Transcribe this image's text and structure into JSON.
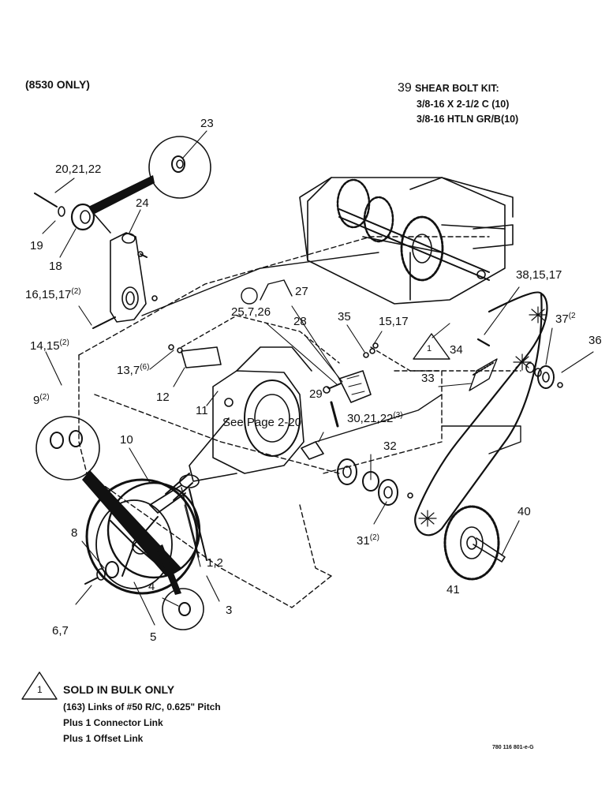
{
  "header": {
    "model_note": "(8530 ONLY)",
    "kit_number": "39",
    "kit_title": "SHEAR BOLT KIT:",
    "kit_lines": [
      "3/8-16 X 2-1/2 C (10)",
      "3/8-16 HTLN GR/B(10)"
    ]
  },
  "callouts": {
    "c23": "23",
    "c20_21_22": "20,21,22",
    "c24": "24",
    "c19": "19",
    "c18": "18",
    "c16_15_17": "16,15,17",
    "c16_15_17_qty": "(2)",
    "c14_15": "14,15",
    "c14_15_qty": "(2)",
    "c13_7": "13,7",
    "c13_7_qty": "(6)",
    "c12": "12",
    "c11": "11",
    "c9": "9",
    "c9_qty": "(2)",
    "c10": "10",
    "c8": "8",
    "c4": "4",
    "c6_7": "6,7",
    "c5": "5",
    "c3": "3",
    "c1_2": "1,2",
    "c27": "27",
    "c25_7_26": "25,7,26",
    "c28": "28",
    "c35": "35",
    "c15_17": "15,17",
    "c29": "29",
    "c30_21_22": "30,21,22",
    "c30_21_22_qty": "(3)",
    "see_page": "See Page  2-20",
    "c32": "32",
    "c31": "31",
    "c31_qty": "(2)",
    "c34": "34",
    "c33": "33",
    "c38_15_17": "38,15,17",
    "c37": "37",
    "c37_qty": "(2",
    "c36": "36",
    "c40": "40",
    "c41": "41",
    "note_marker": "1"
  },
  "footer": {
    "note_marker": "1",
    "title": "SOLD IN BULK ONLY",
    "lines": [
      "(163) Links of #50 R/C, 0.625\" Pitch",
      "Plus 1 Connector Link",
      "Plus 1 Offset Link"
    ],
    "drawing_code": "780 116 801-e-G"
  }
}
